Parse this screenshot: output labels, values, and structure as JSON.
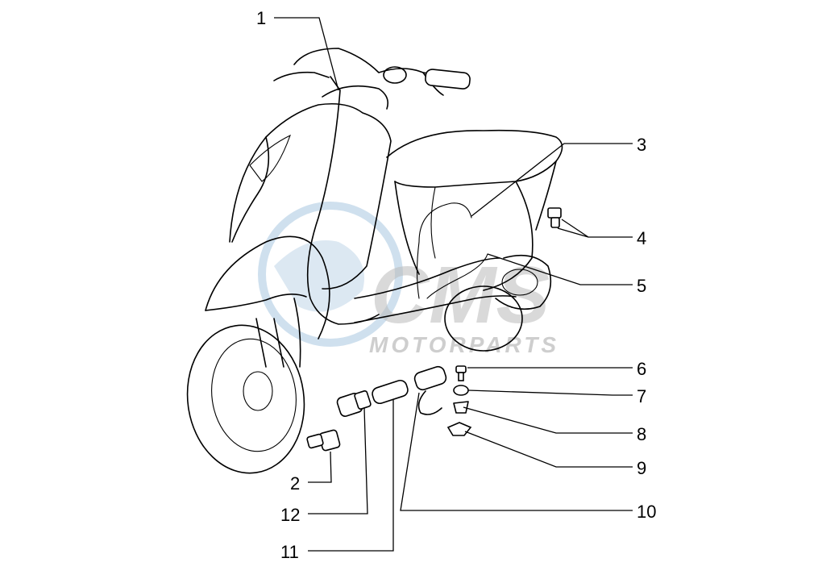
{
  "watermark": {
    "brand": "CMS",
    "tagline": "MOTORPARTS",
    "colors": {
      "globe": "#cfe0ee",
      "text": "#b9b9b9"
    }
  },
  "callouts": [
    {
      "id": "1",
      "label": "1"
    },
    {
      "id": "2",
      "label": "2"
    },
    {
      "id": "3",
      "label": "3"
    },
    {
      "id": "4",
      "label": "4"
    },
    {
      "id": "5",
      "label": "5"
    },
    {
      "id": "6",
      "label": "6"
    },
    {
      "id": "7",
      "label": "7"
    },
    {
      "id": "8",
      "label": "8"
    },
    {
      "id": "9",
      "label": "9"
    },
    {
      "id": "10",
      "label": "10"
    },
    {
      "id": "11",
      "label": "11"
    },
    {
      "id": "12",
      "label": "12"
    }
  ]
}
